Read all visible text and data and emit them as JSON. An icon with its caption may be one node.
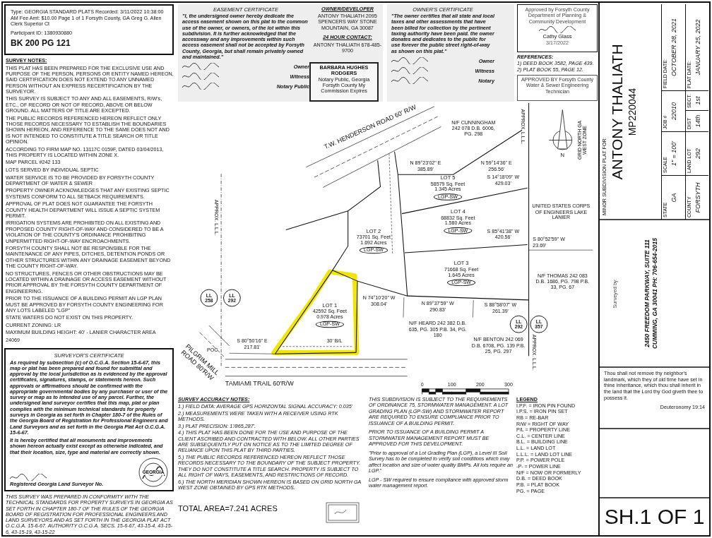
{
  "diagram": {
    "nodes": [
      {
        "text": [
          "Type: GEORGIA STANDARD PLATS Recorded: 3/11/2022 10:38:00 AM Fee Amt: $10.00 Page 1 of 1 Forsyth County, GA Greg G. Allen Clerk Superior Ct",
          "Participant ID: 1380930880",
          "BK 200 PG 121"
        ]
      },
      {
        "text": [
          "EASEMENT CERTIFICATE",
          "\"I, the undersigned owner hereby dedicate the access easement shown on this plat to the common use of the owner, or owners, of the lot within this subdivision. It is further acknowledged that the accessway and any improvements within such access easement shall not be accepted by Forsyth County, Georgia, but shall remain privately owned and maintained.\"",
          "Owner",
          "Witness",
          "Notary Public"
        ]
      },
      {
        "text": [
          "BARBARA HUGHES RODGERS",
          "Notary Public, Georgia Forsyth County My Commission Expires"
        ],
        "in": 1
      },
      {
        "text": [
          "OWNER'S CERTIFICATE",
          "\"The owner certifies that all state and local taxes and other assessments that have been billed for collection by the pertinent taxing authority have been paid. the owner donates and dedicates to the public for use forever the public street right-of-way as shown on this plat.\"",
          "Owner",
          "Witness",
          "Notary"
        ]
      },
      {
        "text": [
          "Approved by Forsyth County Department of Planning & Community Development",
          "Cathy Glass",
          "3/17/2022"
        ]
      },
      {
        "text": [
          "APPROVED BY Forsyth County Water & Sewer Engineering Technician"
        ]
      },
      {
        "text": [
          "LOT 1",
          "42592 Sq. Feet",
          "0.978 Acres",
          "LGP-SW"
        ]
      },
      {
        "text": [
          "LOT 2",
          "73701 Sq. Feet",
          "1.692 Acres",
          "LGP-SW"
        ]
      },
      {
        "text": [
          "LOT 3",
          "71668 Sq. Feet",
          "1.645 Acres",
          "LGP-SW"
        ]
      },
      {
        "text": [
          "LOT 4",
          "68832 Sq. Feet",
          "1.580 Acres",
          "LGP-SW"
        ]
      },
      {
        "text": [
          "LOT 5",
          "58579 Sq. Feet",
          "1.345 Acres",
          "LGP-SW"
        ]
      },
      {
        "text": [
          "LL 258"
        ]
      },
      {
        "text": [
          "LL 292"
        ]
      },
      {
        "text": [
          "LL 292"
        ]
      },
      {
        "text": [
          "LL 357"
        ]
      },
      {
        "text": [
          "SURVEYOR'S CERTIFICATE",
          "As required by subsection (c) of O.C.G.A. Section 15-6-67, this map or plat has been prepared and found for submittal and approval by the local jurisdiction as is evidenced by the approval certificates, signatures, stamps, or statements hereon. Such approvals or affirmations should be confirmed with the appropriate governmental bodies by any purchaser or user of the survey or map as to intended use of any parcel. Further, the undersigned land surveyor certifies that this map, plat or plan complies with the minimum technical standards for property surveys in Georgia as set forth in Chapter 180-7 of the Rules of the Georgia Board of Registration for Professional Engineers and Land Surveyors and as set forth in the Georgia Plat Act O.C.G.A. 15-6-67.",
          "It is hereby certified that all monuments and improvements shown hereon actually exist except as otherwise indicated, and that their location, size, type and material are correctly shown.",
          "Registered Georgia Land Surveyor No."
        ]
      },
      {
        "text": [
          "MINOR SUBDIVISION PLAT FOR:",
          "ANTONY THALIATH",
          "MP220044"
        ]
      },
      {
        "text": [
          "Surveyed by:",
          "2450 FREEDOM PARKWAY, SUITE 111 CUMMING, GA 30041 PH: 706-654-2015"
        ]
      },
      {
        "text": [
          "Thou shall not remove thy neighbor's landmark, which they of old time have set in thine inheritance, which thou shall inherit in the land that the Lord thy God giveth thee to possess it.",
          "Deuteronomy 19:14"
        ]
      },
      {
        "text": [
          "SH.1 OF 1"
        ]
      }
    ],
    "labels": [
      "SURVEY NOTES:",
      "THIS PLAT HAS BEEN PREPARED FOR THE EXCLUSIVE USE AND PURPOSE OF THE PERSON, PERSONS OR ENTITY NAMED HEREON, SAID CERTIFICATION DOES NOT EXTEND TO ANY UNNAMED PERSON WITHOUT AN EXPRESS RECERTIFICATION BY THE SURVEYOR.",
      "THIS SURVEY IS SUBJECT TO ANY AND ALL EASEMENTS, R/W's, ETC., OF RECORD OR NOT OF RECORD, ABOVE OR BELOW GROUND. ALL MATTERS OF TITLE ARE EXCEPTED.",
      "THE PUBLIC RECORDS REFERENCED HEREON REFLECT ONLY THOSE RECORDS NECESSARY TO ESTABLISH THE BOUNDARIES SHOWN HEREON, AND REFERENCE TO THE SAME DOES NOT AND IS NOT INTENDED TO CONSTITUTE A TITLE SEARCH OR TITLE OPINION.",
      "ACCORDING TO FIRM MAP NO. 13117C 0159F, DATED 03/04/2013, THIS PROPERTY IS LOCATED WITHIN ZONE X.",
      "MAP PARCEL #242 133",
      "LOTS SERVED BY INDIVIDUAL SEPTIC",
      "WATER SERVICE IS TO BE PROVIDED BY FORSYTH COUNTY DEPARTMENT OF WATER & SEWER",
      "PROPERTY OWNER ACKNOWLEDGES THAT ANY EXISTING SEPTIC SYSTEMS CONFORM TO ALL SETBACK REQUIREMENTS.",
      "APPROVAL OF PLAT DOES NOT GUARANTEE THE FORSYTH COUNTY HEALTH DEPARTMENT WILL ISSUE A SEPTIC SYSTEM PERMIT.",
      "IRRIGATION SYSTEMS ARE PROHIBITED ON ALL EXISTING AND PROPOSED COUNTY RIGHT-OF-WAY AND CONSIDERED TO BE A VIOLATION OF THE COUNTY'S ORDINANCE PROHIBITING UNPERMITTED RIGHT-OF-WAY ENCROACHMENTS.",
      "FORSYTH COUNTY SHALL NOT BE RESPONSIBLE FOR THE MAINTENANCE OF ANY PIPES, DITCHES, DETENTION PONDS OR OTHER STRUCTURES WITHIN ANY DRAINAGE EASEMENT BEYOND THE COUNTY RIGHT-OF-WAY.",
      "NO STRUCTURES, FENCES OR OTHER OBSTRUCTIONS MAY BE LOCATED WITHIN A DRAINAGE OR ACCESS EASEMENT WITHOUT PRIOR APPROVAL BY THE FORSYTH COUNTY DEPARTMENT OF ENGINEERING.",
      "PRIOR TO THE ISSUANCE OF A BUILDING PERMIT AN LGP PLAN MUST BE APPROVED BY FORSYTH COUNTY ENGINEERING FOR ANY LOTS LABELED \"LGP\"",
      "STATE WATERS DO NOT EXIST ON THIS PROPERTY.",
      "CURRENT ZONING: LR",
      "MAXIMUM BUILDING HEIGHT: 40' - LANIER CHARACTER AREA",
      "24069",
      "OWNER/DEVELOPER",
      "ANTONY THALIATH 2095 SPENCERS WAY STONE MOUNTAIN, GA 30087",
      "24 HOUR CONTACT:",
      "ANTONY THALIATH 678-485-9700",
      "REFERENCES:",
      "1) DEED BOOK 3582, PAGE 439.",
      "2) PLAT BOOK 55, PAGE 12.",
      "T.W. HENDERSON ROAD 60' R/W",
      "APPROX. L.L.L.",
      "N/F CUNNINGHAM 242 078 D.B. 6006, PG. 298",
      "N 59°14'36\" E 256.56'",
      "GRID NORTH GA WEST ZONE",
      "N",
      "N 89°23'02\" E 385.89'",
      "S 14°18'09\" W 429.03'",
      "UNITED STATES CORPS OF ENGINEERS LAKE LANIER",
      "S 85°41'38\" W 420.56'",
      "S 80°52'59\" W 23.69'",
      "APPROX. L.L.L.",
      "N 74°10'20\" W 308.04'",
      "N 89°37'59\" W 290.83'",
      "S 88°58'07\" W 261.39'",
      "N/F THOMAS 242 083 D.B. 1686, PG. 798 P.B. 33, PG. 67",
      "N/F HEARD 242 382 D.B. 635, PG. 305 P.B. 34, PG. 180",
      "PILGRIM MILL ROAD 80'R/W",
      "POC",
      "S 80°50'16\" E 217.81'",
      "30' B/L",
      "N/F BENTON 242 069 D.B. 6708, PG. 139 P.B. 25, PG. 297",
      "APPROX. L.L.L.",
      "TAMIAMI TRAIL 60'R/W",
      "0",
      "100",
      "200",
      "300",
      "LEGEND",
      "I.P.F. = IRON PIN FOUND",
      "I.P.S. = IRON PIN SET",
      "RB = RE-BAR",
      "R/W = RIGHT OF WAY",
      "P/L = PROPERTY LINE",
      "C.L. = CENTER LINE",
      "B.L. = BUILDING LINE",
      "L.L. = LAND LOT",
      "L.L.L. = LAND LOT LINE",
      "P.P. = POWER POLE",
      "-P- = POWER LINE",
      "N/F = NOW OR FORMERLY",
      "D.B. = DEED BOOK",
      "P.B. = PLAT BOOK",
      "PG. = PAGE",
      "SURVEY ACCURACY NOTES:",
      "1.) FIELD DATA: AVERAGE GPS HORIZONTAL SIGNAL ACCURACY: 0.035'",
      "2.) MEASUREMENTS WERE TAKEN WITH A RECEIVER USING RTK METHODS.",
      "3.) PLAT PRECISION: 1'/865,287'.",
      "4.) THIS PLAT HAS BEEN DONE FOR THE USE AND PURPOSE OF THE CLIENT ASCRIBED AND CONTRACTED WITH BELOW. ALL OTHER PARTIES ARE SUBSEQUENTLY PUT ON NOTICE AS TO THE LIMITED DEGREE OF RELIANCE UPON THIS PLAT BY THIRD PARTIES.",
      "5.) THE PUBLIC RECORDS REFERENCED HEREON REFLECT THOSE RECORDS NECESSARY TO THE BOUNDARY OF THE SUBJECT PROPERTY. THEY DO NOT CONSTITUTE A TITLE SEARCH. PROPERTY IS SUBJECT TO ALL RIGHT OF WAYS, EASEMENTS, AND RESTRICTIONS OF RECORD.",
      "6.) THE NORTH MERIDIAN SHOWN HEREON IS BASED ON GRID NORTH GA WEST ZONE OBTAINED BY GPS RTK METHODS.",
      "THIS SUBDIVISION IS SUBJECT TO THE REQUIREMENTS OF ORDINANCE 75, STORMWATER MANAGEMENT. A LOT GRADING PLAN (LGP-SW) AND STORMWATER REPORT ARE REQUIRED TO ENSURE COMPLIANCE PRIOR TO ISSUANCE OF A BUILDING PERMIT.",
      "PRIOR TO ISSUANCE OF A BUILDING PERMIT A STORMWATER MANAGEMENT REPORT MUST BE APPROVED FOR THIS DEVELOPMENT.",
      "\"Prior to approval of a Lot Grading Plan (LGP), a Level III Soil Survey has to be completed to verify soil conditions which may affect location and size of water quality BMPs. All lots require an LGP.\"",
      "LGP - SW required to ensure compliance with approved storm water management report.",
      "TOTAL AREA=7.241 ACRES",
      "THIS SURVEY WAS PREPARED IN CONFORMITY WITH THE TECHNICAL STANDARDS FOR PROPERTY SURVEYS IN GEORGIA AS SET FORTH IN CHAPTER 180-7 OF THE RULES OF THE GEORGIA BOARD OF REGISTRATION FOR PROFESSIONAL ENGINEERS AND LAND SURVEYORS AND AS SET FORTH IN THE GEORGIA PLAT ACT O.C.G.A. 15-6-67. AUTHORITY O.C.G.A. SECS. 15-6-67, 43-15-4, 43-15-6, 43-15-19, 43-15-22",
      "GEORGIA",
      "STATE",
      "GA",
      "SCALE",
      "1\" = 100'",
      "JOB #",
      "22010",
      "FIELD DATE:",
      "OCTOBER 28, 2021",
      "COUNTY",
      "FORSYTH",
      "LAND LOT",
      "292",
      "DIST",
      "14th",
      "SECT.",
      "1st",
      "PLAT DATE:",
      "JANUARY 25, 2022"
    ]
  }
}
